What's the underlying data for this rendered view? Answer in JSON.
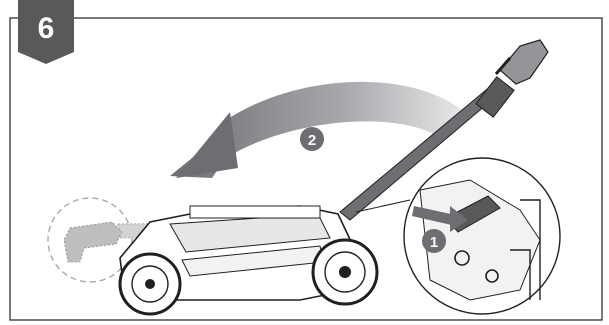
{
  "step": {
    "number": "6"
  },
  "callouts": [
    {
      "label": "1"
    },
    {
      "label": "2"
    }
  ],
  "colors": {
    "badge": "#58595b",
    "outline": "#231f20",
    "arrow": "#8a8c8e",
    "ghost": "#a7a9ac",
    "handle": "#6d6e71"
  }
}
